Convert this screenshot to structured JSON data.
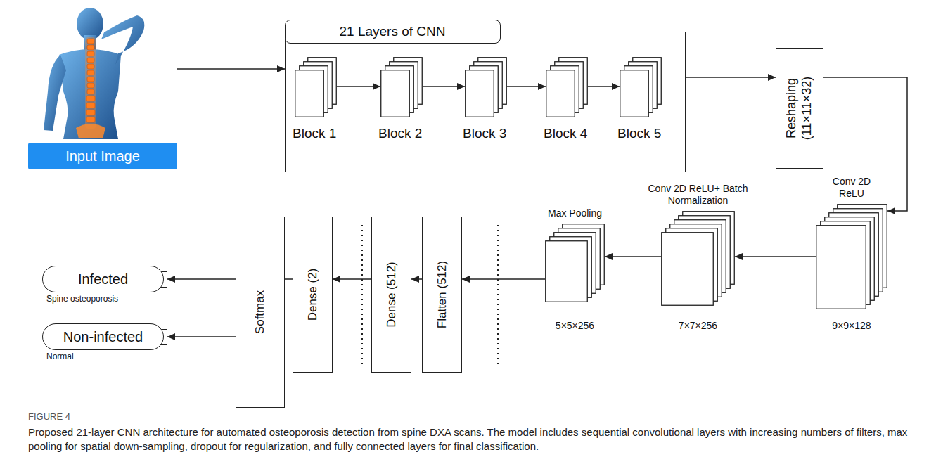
{
  "diagram": {
    "caption": "Proposed 21-layer CNN architecture for automated osteoporosis detection from spine DXA scans. The model includes sequential convolutional layers with increasing numbers of filters, max pooling for spatial down-sampling, dropout for regularization, and fully connected layers for final classification.",
    "nodes": [
      {
        "text": [
          "Input Image"
        ]
      },
      {
        "text": [
          "21 Layers of CNN"
        ]
      },
      {
        "text": [
          "Block 1"
        ],
        "in": 1
      },
      {
        "text": [
          "Block 2"
        ],
        "in": 1
      },
      {
        "text": [
          "Block 3"
        ],
        "in": 1
      },
      {
        "text": [
          "Block 4"
        ],
        "in": 1
      },
      {
        "text": [
          "Block 5"
        ],
        "in": 1
      },
      {
        "text": [
          "Reshaping (11×11×32)"
        ]
      },
      {
        "text": [
          "Conv 2D ReLU",
          "9×9×128"
        ]
      },
      {
        "text": [
          "Conv 2D ReLU+ Batch Normalization",
          "7×7×256"
        ]
      },
      {
        "text": [
          "Max Pooling",
          "5×5×256"
        ]
      },
      {
        "text": [
          "Flatten (512)"
        ]
      },
      {
        "text": [
          "Dense (512)"
        ]
      },
      {
        "text": [
          "Dense (2)"
        ]
      },
      {
        "text": [
          "Softmax"
        ]
      },
      {
        "text": [
          "Infected",
          "Spine osteoporosis"
        ]
      },
      {
        "text": [
          "Non-infected",
          "Normal"
        ]
      }
    ],
    "edges": [
      {
        "from": 0,
        "to": 1,
        "arrow": "to"
      },
      {
        "from": 2,
        "to": 3,
        "arrow": "to"
      },
      {
        "from": 3,
        "to": 4,
        "arrow": "to"
      },
      {
        "from": 4,
        "to": 5,
        "arrow": "to"
      },
      {
        "from": 5,
        "to": 6,
        "arrow": "to"
      },
      {
        "from": 1,
        "to": 7,
        "arrow": "to"
      },
      {
        "from": 7,
        "to": 8,
        "arrow": "to"
      },
      {
        "from": 8,
        "to": 9,
        "arrow": "to"
      },
      {
        "from": 9,
        "to": 10,
        "arrow": "to"
      },
      {
        "from": 10,
        "to": 11,
        "arrow": "to"
      },
      {
        "from": 11,
        "to": 12,
        "arrow": "to"
      },
      {
        "from": 12,
        "to": 13,
        "arrow": "to"
      },
      {
        "from": 13,
        "to": 14,
        "arrow": "none"
      },
      {
        "from": 14,
        "to": 15,
        "arrow": "to"
      },
      {
        "from": 14,
        "to": 16,
        "arrow": "to"
      }
    ],
    "labels": [
      "FIGURE 4"
    ]
  }
}
